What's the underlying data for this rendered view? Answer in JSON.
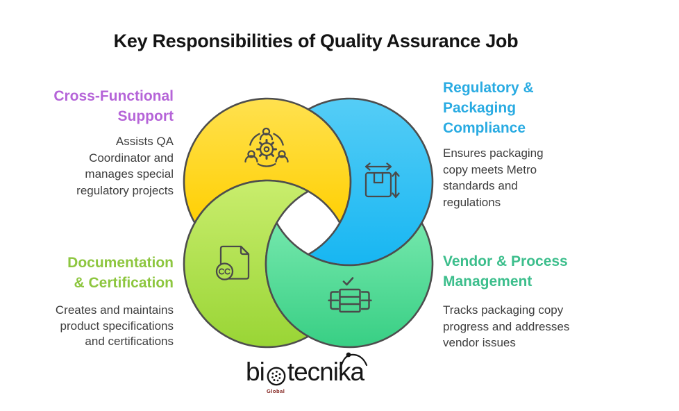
{
  "title": "Key Responsibilities of Quality Assurance Job",
  "sections": {
    "cross_functional": {
      "color": "#b564d8",
      "heading_lines": [
        "Cross-Functional",
        "Support"
      ],
      "body_lines": [
        "Assists QA",
        "Coordinator and",
        "manages special",
        "regulatory projects"
      ]
    },
    "regulatory": {
      "color": "#29abe2",
      "heading_lines": [
        "Regulatory &",
        "Packaging",
        "Compliance"
      ],
      "body_lines": [
        "Ensures packaging",
        "copy meets Metro",
        "standards and",
        "regulations"
      ]
    },
    "documentation": {
      "color": "#8dc63f",
      "heading_lines": [
        "Documentation",
        "& Certification"
      ],
      "body_lines": [
        "Creates and maintains",
        "product specifications",
        "and certifications"
      ]
    },
    "vendor": {
      "color": "#3cbe8c",
      "heading_lines": [
        "Vendor & Process",
        "Management"
      ],
      "body_lines": [
        "Tracks packaging copy",
        "progress and addresses",
        "vendor issues"
      ]
    }
  },
  "diagram": {
    "outline_color": "#4d4d4d",
    "icon_color": "#4a4a4a",
    "circles": {
      "team": {
        "icon": "team-collaboration-icon",
        "top": "#ffe14f",
        "bottom": "#ffd004"
      },
      "package": {
        "icon": "package-dimensions-icon",
        "top": "#55cdf6",
        "bottom": "#17b6f2"
      },
      "document": {
        "icon": "cc-document-icon",
        "top": "#c9ed6d",
        "bottom": "#99d535"
      },
      "process": {
        "icon": "process-checklist-icon",
        "top": "#74e7ac",
        "bottom": "#38cf84"
      }
    },
    "badge_text": "cc"
  },
  "logo": {
    "prefix": "bi",
    "middle": "tecni",
    "suffix": "ka",
    "sub_label": "Global"
  }
}
